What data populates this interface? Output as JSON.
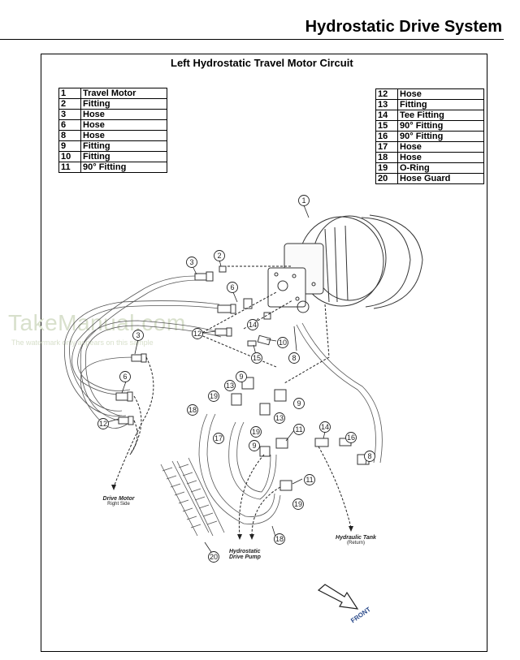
{
  "header": {
    "title": "Hydrostatic Drive System"
  },
  "diagram": {
    "title": "Left Hydrostatic Travel Motor Circuit",
    "legend_left": [
      {
        "num": "1",
        "part": "Travel Motor"
      },
      {
        "num": "2",
        "part": "Fitting"
      },
      {
        "num": "3",
        "part": "Hose"
      },
      {
        "num": "6",
        "part": "Hose"
      },
      {
        "num": "8",
        "part": "Hose"
      },
      {
        "num": "9",
        "part": "Fitting"
      },
      {
        "num": "10",
        "part": "Fitting"
      },
      {
        "num": "11",
        "part": "90° Fitting"
      }
    ],
    "legend_right": [
      {
        "num": "12",
        "part": "Hose"
      },
      {
        "num": "13",
        "part": "Fitting"
      },
      {
        "num": "14",
        "part": "Tee Fitting"
      },
      {
        "num": "15",
        "part": "90° Fitting"
      },
      {
        "num": "16",
        "part": "90° Fitting"
      },
      {
        "num": "17",
        "part": "Hose"
      },
      {
        "num": "18",
        "part": "Hose"
      },
      {
        "num": "19",
        "part": "O-Ring"
      },
      {
        "num": "20",
        "part": "Hose Guard"
      }
    ],
    "callouts": [
      "1",
      "2",
      "3",
      "6",
      "14",
      "12",
      "10",
      "15",
      "8",
      "3",
      "9",
      "13",
      "6",
      "19",
      "9",
      "18",
      "13",
      "12",
      "17",
      "19",
      "11",
      "14",
      "16",
      "9",
      "11",
      "19",
      "8",
      "18",
      "20"
    ],
    "destinations": {
      "drive_motor": {
        "label": "Drive Motor",
        "sub": "Right Side"
      },
      "pump": {
        "label": "Hydrostatic",
        "label2": "Drive Pump"
      },
      "tank": {
        "label": "Hydraulic Tank",
        "sub": "(Return)"
      }
    },
    "direction_label": "FRONT"
  },
  "watermark": {
    "text": "TakeManual.com",
    "subtext": "The watermark only appears on this sample"
  }
}
